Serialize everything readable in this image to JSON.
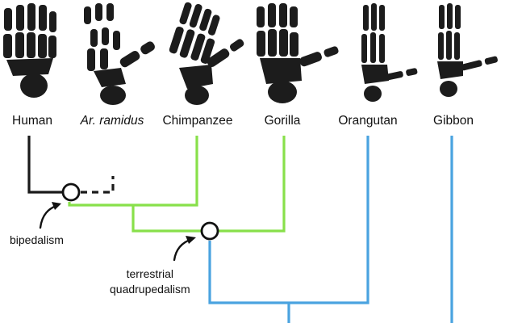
{
  "taxa": [
    {
      "label": "Human",
      "italic": false
    },
    {
      "label": "Ar. ramidus",
      "italic": true
    },
    {
      "label": "Chimpanzee",
      "italic": false
    },
    {
      "label": "Gorilla",
      "italic": false
    },
    {
      "label": "Orangutan",
      "italic": false
    },
    {
      "label": "Gibbon",
      "italic": false
    }
  ],
  "annotations": {
    "bipedalism": "bipedalism",
    "terrestrial_line1": "terrestrial",
    "terrestrial_line2": "quadrupedalism"
  },
  "colors": {
    "human_branch": "#1a1a1a",
    "african_ape_branch": "#88e04a",
    "hominoid_branch": "#4aa3e0",
    "bone": "#1c1c1c",
    "node_fill": "#ffffff"
  },
  "icons": [
    "foot-skeleton-icon"
  ]
}
